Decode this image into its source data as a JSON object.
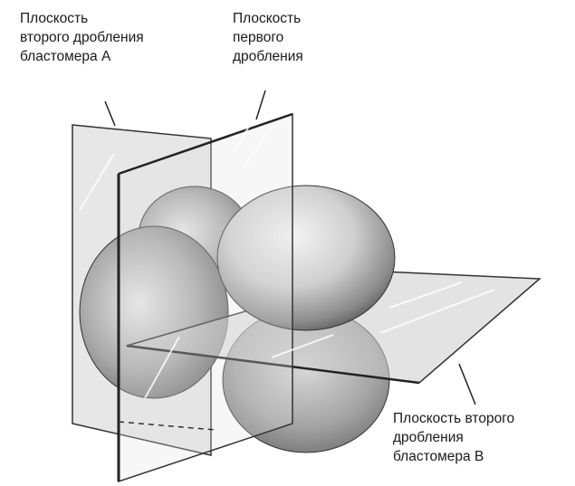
{
  "labels": {
    "second_cleavage_a": [
      "Плоскость",
      "второго дробления",
      "бластомера А"
    ],
    "first_cleavage": [
      "Плоскость",
      "первого",
      "дробления"
    ],
    "second_cleavage_b": [
      "Плоскость второго",
      "дробления",
      "бластомера В"
    ]
  }
}
